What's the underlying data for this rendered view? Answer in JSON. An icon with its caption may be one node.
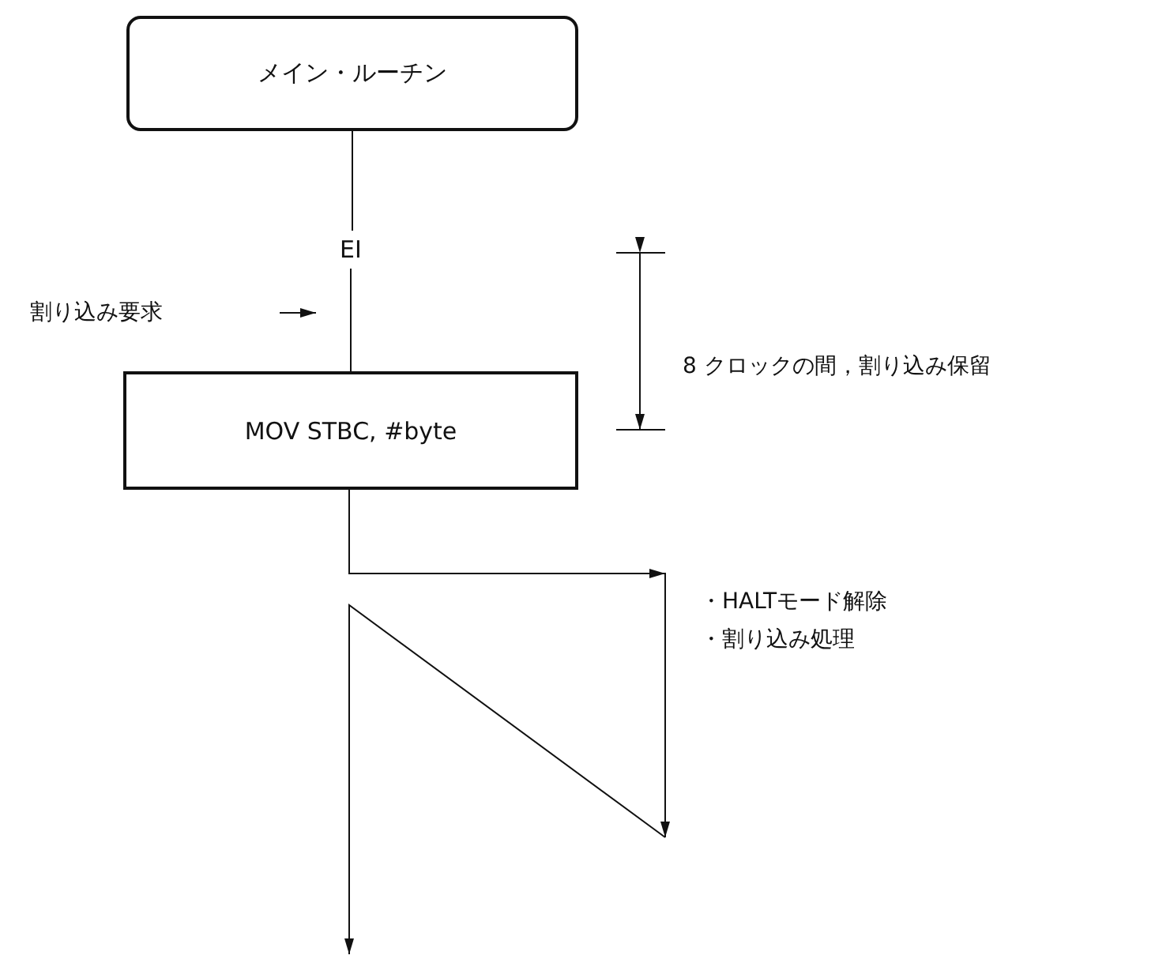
{
  "diagram": {
    "nodes": [
      {
        "text": [
          "メイン・ルーチン"
        ]
      },
      {
        "text": [
          "EI"
        ]
      },
      {
        "text": [
          "MOV STBC, #byte"
        ]
      },
      {
        "text": [
          "割り込み要求"
        ]
      }
    ],
    "edges": [
      {
        "from": 0,
        "to": 1,
        "arrow": "none"
      },
      {
        "from": 1,
        "to": 2,
        "arrow": "none"
      },
      {
        "from": 2,
        "to": null,
        "arrow": "to"
      }
    ],
    "labels": [
      "8 クロックの間，割り込み保留",
      "・HALTモード解除",
      "・割り込み処理"
    ]
  }
}
